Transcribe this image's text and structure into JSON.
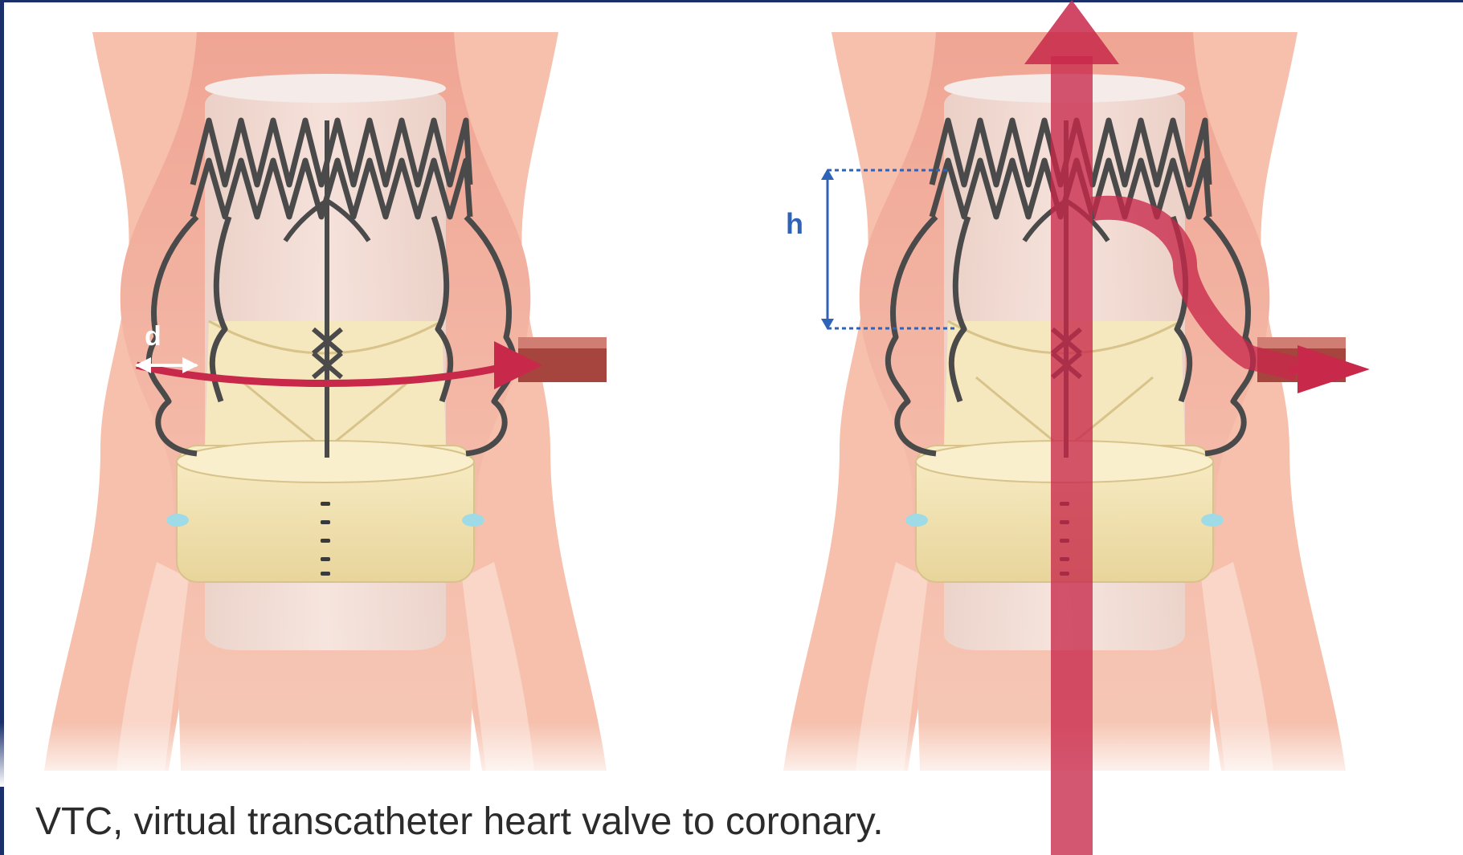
{
  "labels": {
    "distance": "d",
    "height": "h"
  },
  "caption": "VTC, virtual transcatheter heart valve to coronary.",
  "colors": {
    "tissue": "#f2a38c",
    "tissue_light": "#f9d3c2",
    "valve_ring": "#f4e6b6",
    "stent_wire": "#4a4a4a",
    "flow_arrow": "#c8284a",
    "measure": "#2f63b8",
    "frame": "#1b2f6b"
  },
  "panels": [
    {
      "name": "left-panel",
      "shows": "d"
    },
    {
      "name": "right-panel",
      "shows": "h"
    }
  ]
}
